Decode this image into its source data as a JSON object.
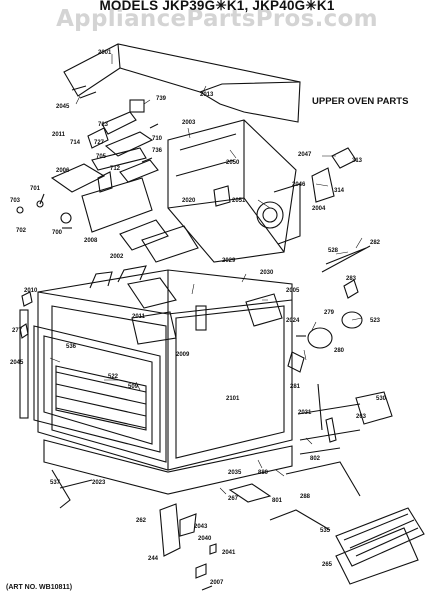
{
  "header": {
    "title": "MODELS JKP39G✳K1, JKP40G✳K1",
    "watermark": "AppliancePartsPros.com",
    "section": "UPPER OVEN PARTS",
    "art_no": "(ART NO. WB10811)"
  },
  "callouts": {
    "c2001": "2001",
    "c2045a": "2045",
    "c2013": "2013",
    "c2011": "2011",
    "c739": "739",
    "c713": "713",
    "c714": "714",
    "c727": "727",
    "c712": "712",
    "c705": "705",
    "c710": "710",
    "c736": "736",
    "c2003": "2003",
    "c2050": "2050",
    "c2047": "2047",
    "c313": "313",
    "c2046": "2046",
    "c314": "314",
    "c2006": "2006",
    "c701": "701",
    "c703": "703",
    "c702": "702",
    "c700": "700",
    "c2051": "2051",
    "c2004": "2004",
    "c2008": "2008",
    "c2002": "2002",
    "c2020": "2020",
    "c2029": "2029",
    "c528": "528",
    "c282": "282",
    "c283": "283",
    "c2030": "2030",
    "c2005": "2005",
    "c277": "277",
    "c2010": "2010",
    "c2011b": "2011",
    "c2024": "2024",
    "c279": "279",
    "c523": "523",
    "c280": "280",
    "c2045b": "2045",
    "c536": "536",
    "c522": "522",
    "c281": "281",
    "c2009": "2009",
    "c509": "509",
    "c2101": "2101",
    "c2031": "2031",
    "c530": "530",
    "c802": "802",
    "c263": "263",
    "c2023": "2023",
    "c537": "537",
    "c2035": "2035",
    "c267": "267",
    "c880": "880",
    "c801": "801",
    "c288": "288",
    "c262": "262",
    "c2043": "2043",
    "c2040": "2040",
    "c2041": "2041",
    "c244": "244",
    "c535": "535",
    "c265": "265",
    "c2007": "2007"
  }
}
